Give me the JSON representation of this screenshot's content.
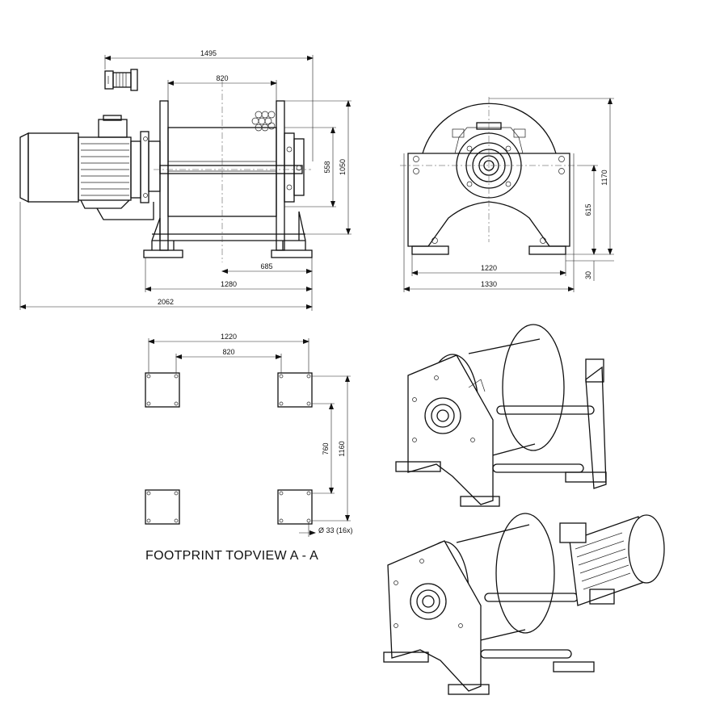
{
  "drawing": {
    "side_view": {
      "dimensions": {
        "overall_top": "1495",
        "drum_top": "820",
        "drum_height": "558",
        "flange_height": "1050",
        "base_right": "685",
        "base_width": "1280",
        "overall_length": "2062"
      }
    },
    "front_view": {
      "dimensions": {
        "height_total": "1170",
        "height_axis": "615",
        "foot_height": "30",
        "base_inner": "1220",
        "base_outer": "1330"
      }
    },
    "footprint": {
      "caption": "FOOTPRINT TOPVIEW A - A",
      "dimensions": {
        "width_outer": "1220",
        "width_inner": "820",
        "depth_inner": "760",
        "depth_outer": "1160",
        "holes": "Ø 33 (16x)"
      }
    }
  }
}
